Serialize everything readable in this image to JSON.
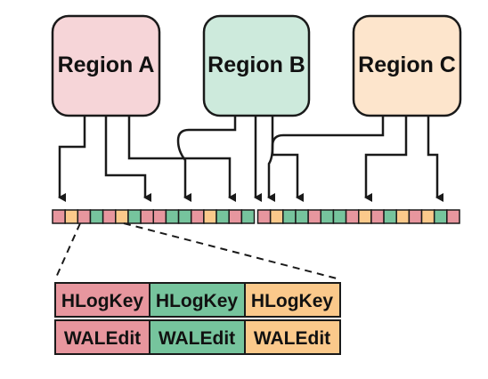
{
  "colors": {
    "region_a": "#f6d5d8",
    "region_b": "#cdeadc",
    "region_c": "#fde5cc",
    "cell_a": "#e7969e",
    "cell_b": "#76c49d",
    "cell_c": "#fbc98b",
    "outline": "#1a1a1a"
  },
  "regions": [
    {
      "id": "a",
      "label": "Region A"
    },
    {
      "id": "b",
      "label": "Region B"
    },
    {
      "id": "c",
      "label": "Region C"
    }
  ],
  "log_cells": [
    "a",
    "c",
    "a",
    "b",
    "a",
    "c",
    "b",
    "a",
    "a",
    "b",
    "b",
    "a",
    "c",
    "b",
    "a",
    "b",
    "a",
    "c",
    "b",
    "b",
    "a",
    "b",
    "b",
    "a",
    "c",
    "a",
    "b",
    "c",
    "a",
    "c",
    "b",
    "a"
  ],
  "detail": {
    "columns": [
      {
        "region": "a",
        "key": "HLogKey",
        "edit": "WALEdit"
      },
      {
        "region": "b",
        "key": "HLogKey",
        "edit": "WALEdit"
      },
      {
        "region": "c",
        "key": "HLogKey",
        "edit": "WALEdit"
      }
    ]
  }
}
